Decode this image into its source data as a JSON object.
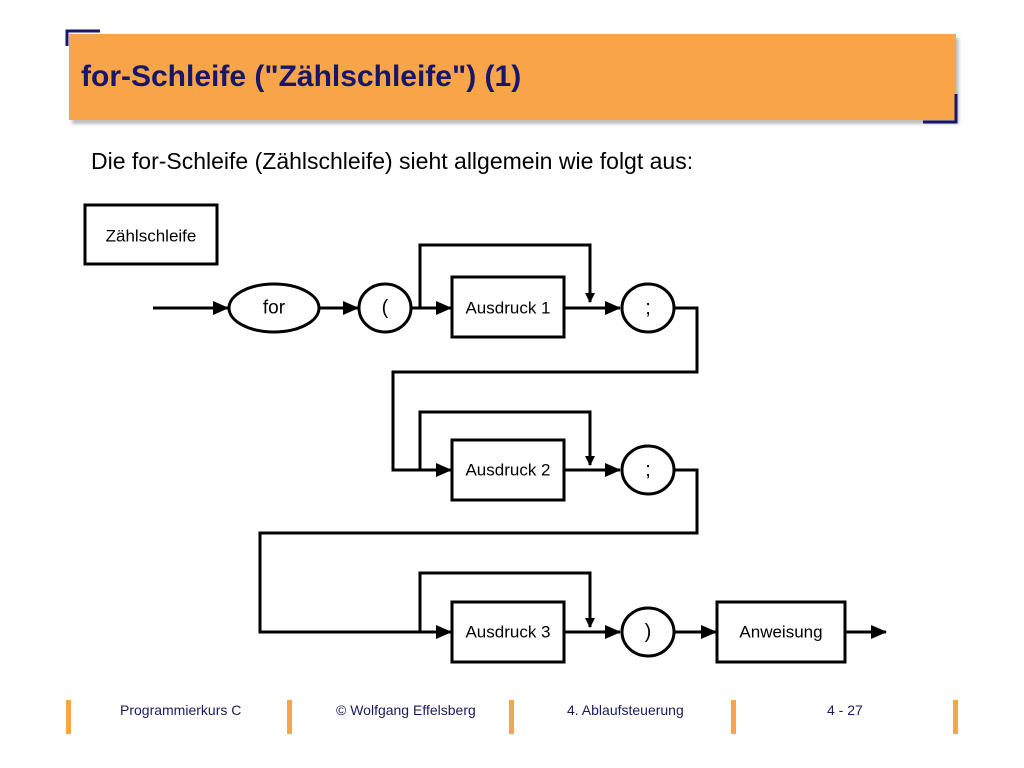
{
  "slide": {
    "title": "for-Schleife (\"Zählschleife\") (1)",
    "subtitle": "Die for-Schleife (Zählschleife) sieht allgemein wie folgt aus:",
    "accent_color": "#f8a448",
    "title_color": "#16166a"
  },
  "diagram": {
    "name_box": "Zählschleife",
    "for_keyword": "for",
    "open_paren": "(",
    "expr1": "Ausdruck 1",
    "semicolon1": ";",
    "expr2": "Ausdruck 2",
    "semicolon2": ";",
    "expr3": "Ausdruck 3",
    "close_paren": ")",
    "statement": "Anweisung"
  },
  "footer": {
    "course": "Programmierkurs C",
    "author": "© Wolfgang Effelsberg",
    "chapter": "4. Ablaufsteuerung",
    "page": "4 - 27"
  }
}
